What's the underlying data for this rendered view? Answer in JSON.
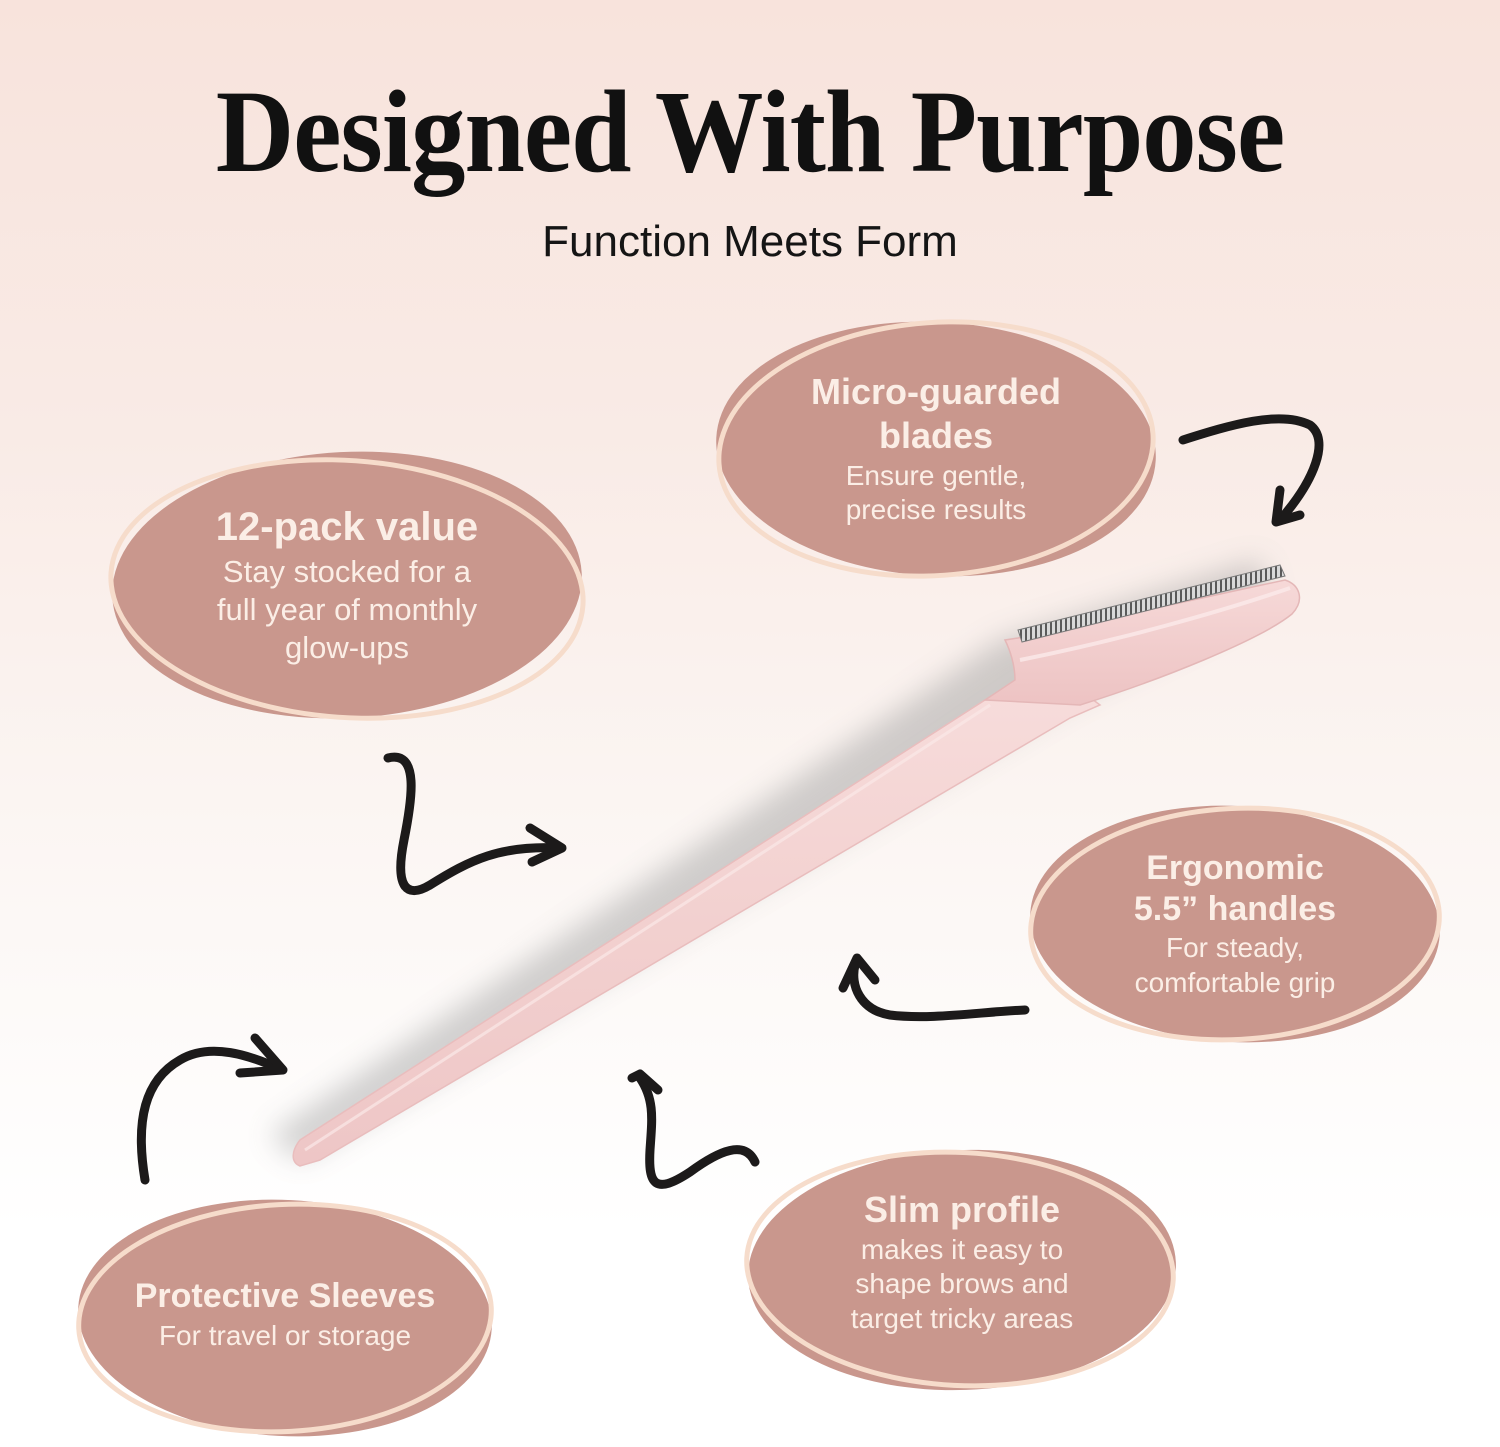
{
  "header": {
    "title": "Designed With Purpose",
    "subtitle": "Function Meets Form"
  },
  "colors": {
    "bubble_fill": "#c9978d",
    "bubble_ring": "#f6dccb",
    "bubble_text": "#fbeee6",
    "product_pink": "#f3cfcd",
    "arrow": "#1c1a1a",
    "bg_top": "#f8e3dc",
    "bg_bottom": "#ffffff"
  },
  "callouts": {
    "pack": {
      "heading": "12-pack value",
      "lines": [
        "Stay stocked for a",
        "full year of monthly",
        "glow-ups"
      ]
    },
    "blades": {
      "heading_lines": [
        "Micro-guarded",
        "blades"
      ],
      "lines": [
        "Ensure gentle,",
        "precise results"
      ]
    },
    "handles": {
      "heading_lines": [
        "Ergonomic",
        "5.5” handles"
      ],
      "lines": [
        "For steady,",
        "comfortable grip"
      ]
    },
    "slim": {
      "heading": "Slim profile",
      "lines": [
        "makes it easy to",
        "shape brows and",
        "target tricky areas"
      ]
    },
    "sleeves": {
      "heading": "Protective Sleeves",
      "lines": [
        "For travel or storage"
      ]
    }
  },
  "product": {
    "name": "dermaplaning-razor",
    "icon": "razor-illustration"
  },
  "arrows": [
    {
      "name": "arrow-pack-to-razor"
    },
    {
      "name": "arrow-blades-to-razor"
    },
    {
      "name": "arrow-handles-to-razor"
    },
    {
      "name": "arrow-slim-to-razor"
    },
    {
      "name": "arrow-sleeves-to-razor"
    }
  ]
}
